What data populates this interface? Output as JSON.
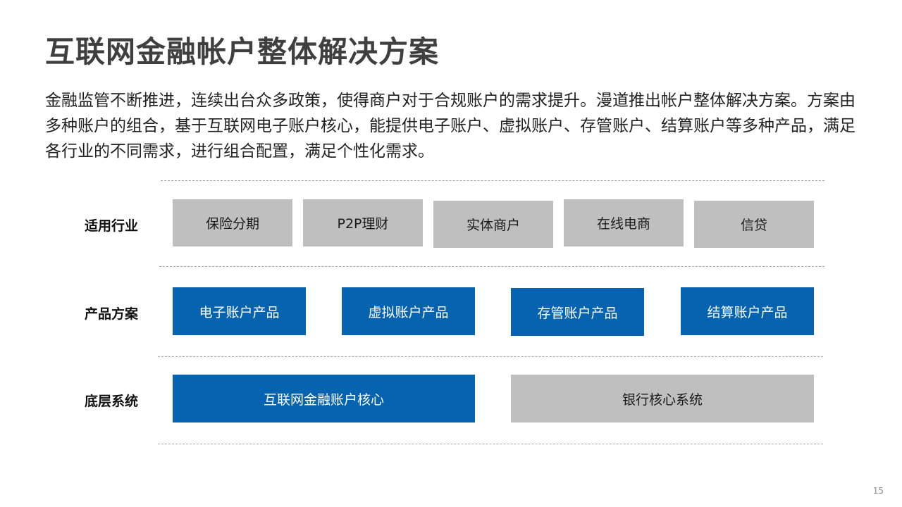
{
  "title": "互联网金融帐户整体解决方案",
  "intro": "金融监管不断推进，连续出台众多政策，使得商户对于合规账户的需求提升。漫道推出帐户整体解决方案。方案由多种账户的组合，基于互联网电子账户核心，能提供电子账户、虚拟账户、存管账户、结算账户等多种产品，满足各行业的不同需求，进行组合配置，满足个性化需求。",
  "rows": {
    "industries": {
      "label": "适用行业",
      "items": [
        "保险分期",
        "P2P理财",
        "实体商户",
        "在线电商",
        "信贷"
      ]
    },
    "products": {
      "label": "产品方案",
      "items": [
        "电子账户产品",
        "虚拟账户产品",
        "存管账户产品",
        "结算账户产品"
      ]
    },
    "base": {
      "label": "底层系统",
      "items": [
        "互联网金融账户核心",
        "银行核心系统"
      ]
    }
  },
  "page_number": "15",
  "colors": {
    "blue_box": "#0563b0",
    "gray_box": "#bfbfbf",
    "title": "#3f3f3f"
  }
}
